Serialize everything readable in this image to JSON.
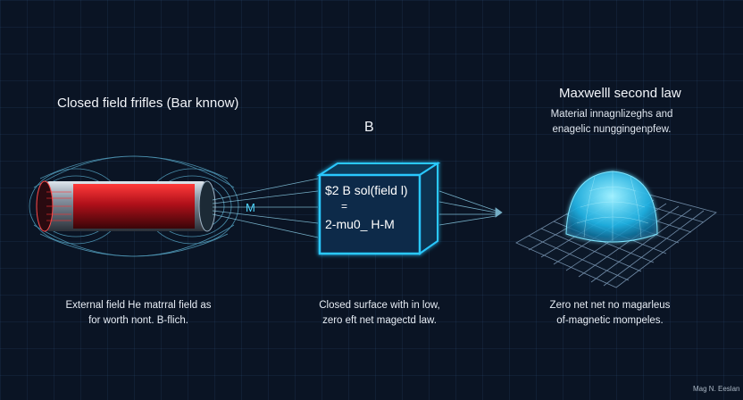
{
  "left": {
    "title": "Closed field frifles (Bar knnow)",
    "magnet_label": "M",
    "caption_line1": "External field He matrral field as",
    "caption_line2": "for worth nont. B-flich."
  },
  "center": {
    "b_label": "B",
    "formula_line1": "$2 B sol(field l)",
    "formula_line2": "=",
    "formula_line3": "2-mu0_ H-M",
    "caption_line1": "Closed surface with in low,",
    "caption_line2": "zero eft net magectd law."
  },
  "right": {
    "title": "Maxwelll second law",
    "subtitle_line1": "Material innagnlizeghs and",
    "subtitle_line2": "enagelic nunggingenpfew.",
    "caption_line1": "Zero net net no magarleus",
    "caption_line2": "of-magnetic mompeles."
  },
  "footer": {
    "credit": "Mag N. Eeslan"
  },
  "colors": {
    "accent_cyan": "#29c8ff",
    "magnet_red": "#c0141c",
    "background": "#0a1424"
  }
}
